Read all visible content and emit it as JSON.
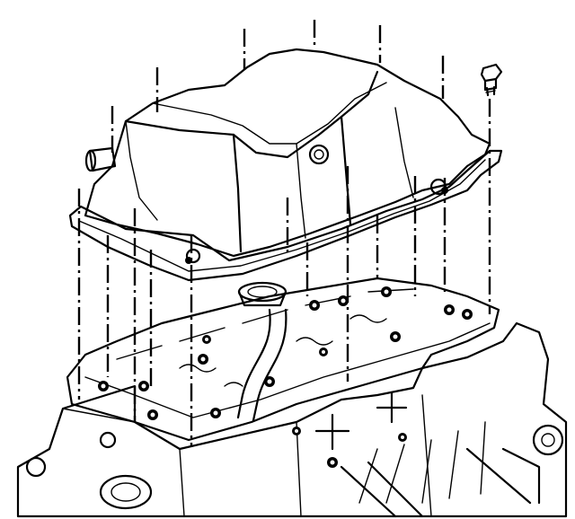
{
  "figure": {
    "kind": "exploded-view line drawing",
    "colors": {
      "line": "#000000",
      "background": "#ffffff"
    },
    "parts": [
      "valve-cover",
      "valve-cover-gasket",
      "bolt",
      "cylinder-head",
      "engine-block"
    ]
  },
  "bolt_callouts": {
    "lower_row": 7,
    "upper_row": 5,
    "separate_bolt": 1
  }
}
